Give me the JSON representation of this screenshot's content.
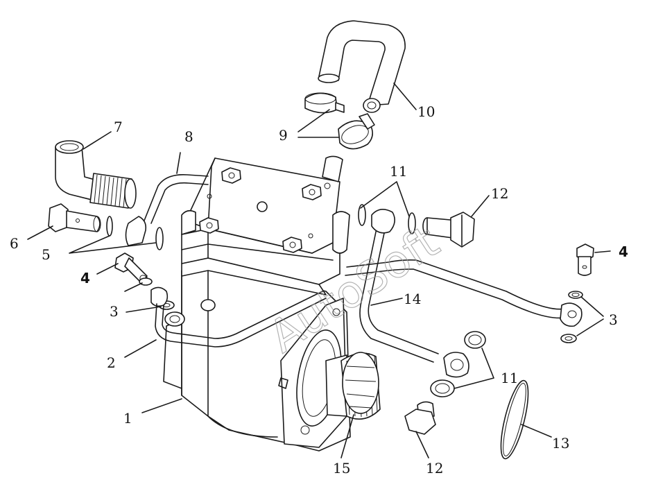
{
  "watermark": "AutoSoft",
  "callouts": {
    "c1": "1",
    "c2": "2",
    "c3a": "3",
    "c3b": "3",
    "c4a": "4",
    "c4b": "4",
    "c5": "5",
    "c6": "6",
    "c7": "7",
    "c8": "8",
    "c9": "9",
    "c10": "10",
    "c11a": "11",
    "c11b": "11",
    "c12a": "12",
    "c12b": "12",
    "c13": "13",
    "c14": "14",
    "c15": "15"
  }
}
